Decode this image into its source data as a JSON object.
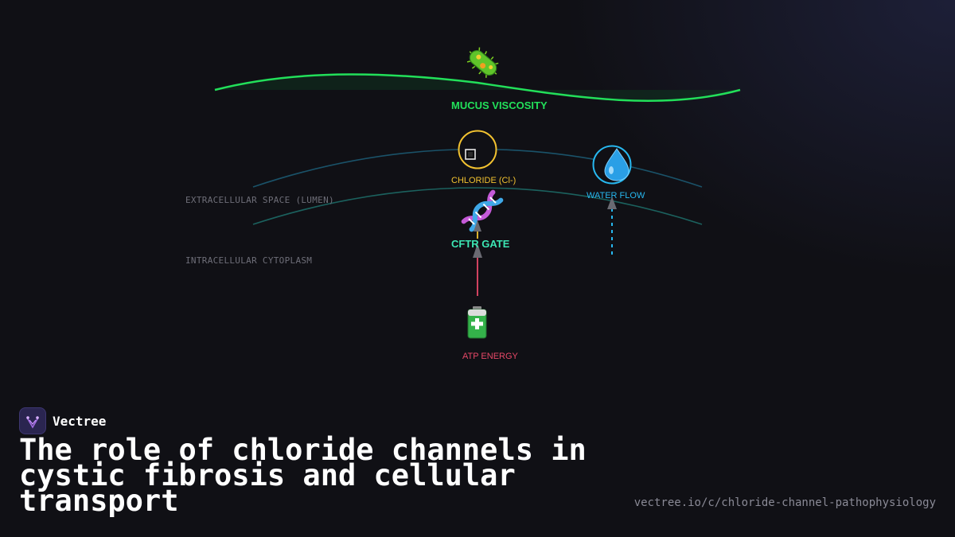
{
  "diagram": {
    "labels": {
      "mucus": "MUCUS VISCOSITY",
      "chloride": "CHLORIDE (Cl-)",
      "water": "WATER FLOW",
      "cftr": "CFTR GATE",
      "atp": "ATP ENERGY",
      "extracellular": "EXTRACELLULAR SPACE (LUMEN)",
      "intracellular": "INTRACELLULAR CYTOPLASM"
    },
    "icons": {
      "mucus": "microbe-icon",
      "chloride": "chloride-ion-icon",
      "water": "water-droplet-icon",
      "cftr": "dna-icon",
      "atp": "battery-icon"
    },
    "colors": {
      "mucus": "#22e05a",
      "chloride": "#f2c230",
      "water": "#27b8f0",
      "cftr": "#3ce6b4",
      "atp": "#e84868",
      "membrane": "#1c6a7a",
      "muted_text": "#6e6e78"
    }
  },
  "brand": {
    "name": "Vectree"
  },
  "footer": {
    "title": "The role of chloride channels in cystic fibrosis and cellular transport",
    "url": "vectree.io/c/chloride-channel-pathophysiology"
  }
}
